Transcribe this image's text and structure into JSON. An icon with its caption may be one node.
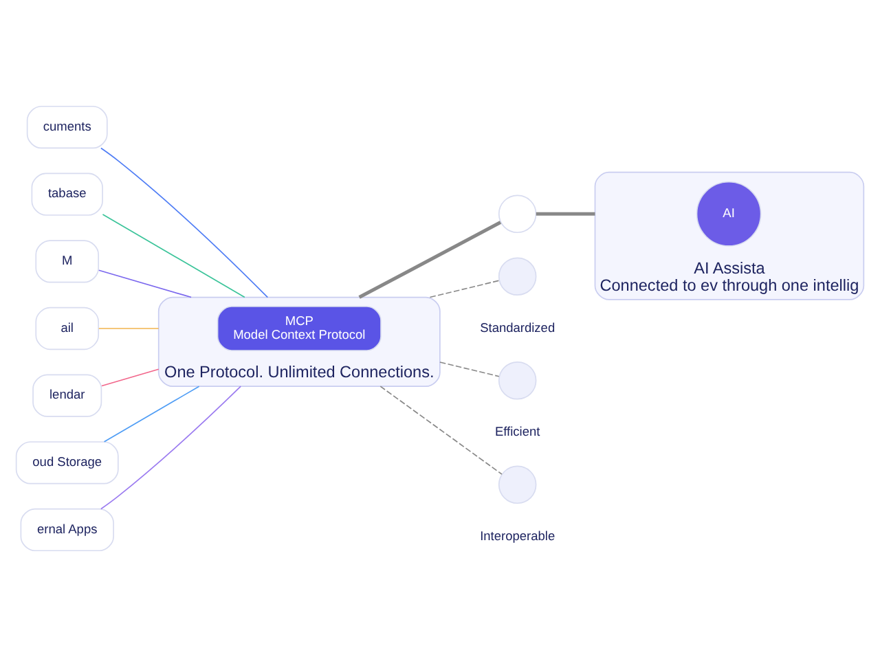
{
  "diagram": {
    "nodes": [
      {
        "text": [
          "cuments"
        ]
      },
      {
        "text": [
          "tabase"
        ]
      },
      {
        "text": [
          "M"
        ]
      },
      {
        "text": [
          "ail"
        ]
      },
      {
        "text": [
          "lendar"
        ]
      },
      {
        "text": [
          "oud Storage"
        ]
      },
      {
        "text": [
          "ernal Apps"
        ]
      },
      {
        "text": [
          "One Protocol. Unlimited Connections."
        ]
      },
      {
        "text": [
          "MCP",
          "Model Context Protocol"
        ],
        "in": 7
      },
      {
        "text": [],
        "shape": "circle"
      },
      {
        "text": [
          "AI Assista",
          "Connected to ev through one intellig"
        ]
      },
      {
        "text": [
          "AI"
        ],
        "in": 10
      },
      {
        "text": [],
        "shape": "circle",
        "beside": [
          "Standardized"
        ]
      },
      {
        "text": [],
        "shape": "circle",
        "beside": [
          "Efficient"
        ]
      },
      {
        "text": [],
        "shape": "circle",
        "beside": [
          "Interoperable"
        ]
      }
    ],
    "edges": [
      {
        "from": 0,
        "to": 7,
        "arrow": "none",
        "color": "#4f7df5"
      },
      {
        "from": 1,
        "to": 7,
        "arrow": "none",
        "color": "#3cc49a"
      },
      {
        "from": 2,
        "to": 7,
        "arrow": "none",
        "color": "#7b68ee"
      },
      {
        "from": 3,
        "to": 7,
        "arrow": "none",
        "color": "#f2b34c"
      },
      {
        "from": 4,
        "to": 7,
        "arrow": "none",
        "color": "#f2668b"
      },
      {
        "from": 5,
        "to": 7,
        "arrow": "none",
        "color": "#4f9df5"
      },
      {
        "from": 6,
        "to": 7,
        "arrow": "none",
        "color": "#9b7bf0"
      },
      {
        "from": 7,
        "to": 9,
        "arrow": "none",
        "style": "thick"
      },
      {
        "from": 9,
        "to": 10,
        "arrow": "none",
        "style": "thick"
      },
      {
        "from": 7,
        "to": 12,
        "arrow": "none",
        "style": "dashed"
      },
      {
        "from": 7,
        "to": 13,
        "arrow": "none",
        "style": "dashed"
      },
      {
        "from": 7,
        "to": 14,
        "arrow": "none",
        "style": "dashed"
      }
    ]
  }
}
